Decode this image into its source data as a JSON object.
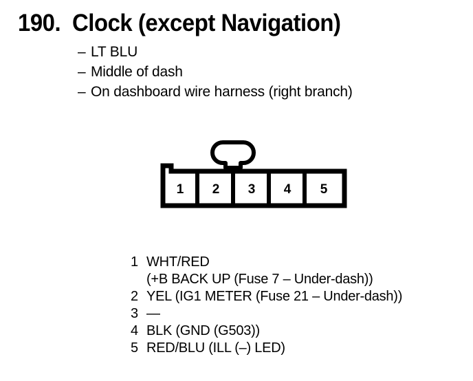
{
  "heading": {
    "number": "190.",
    "title": "Clock (except Navigation)"
  },
  "attributes": {
    "dash": "–",
    "items": [
      {
        "text": "LT BLU"
      },
      {
        "text": "Middle of dash"
      },
      {
        "text": "On dashboard wire harness (right branch)"
      }
    ]
  },
  "connector": {
    "cavity_count": 5,
    "cavities": [
      {
        "number": "1"
      },
      {
        "number": "2"
      },
      {
        "number": "3"
      },
      {
        "number": "4"
      },
      {
        "number": "5"
      }
    ],
    "latch_over_cavity": "3",
    "keyway_corner": "upper-left"
  },
  "pins": [
    {
      "number": "1",
      "description": "WHT/RED",
      "description_line2": "(+B BACK UP (Fuse 7 – Under-dash))"
    },
    {
      "number": "2",
      "description": "YEL (IG1 METER (Fuse 21 – Under-dash))",
      "description_line2": ""
    },
    {
      "number": "3",
      "description": "—",
      "description_line2": ""
    },
    {
      "number": "4",
      "description": "BLK (GND (G503))",
      "description_line2": ""
    },
    {
      "number": "5",
      "description": "RED/BLU (ILL (–) LED)",
      "description_line2": ""
    }
  ],
  "colors": {
    "ink": "#000000",
    "paper": "#ffffff"
  }
}
